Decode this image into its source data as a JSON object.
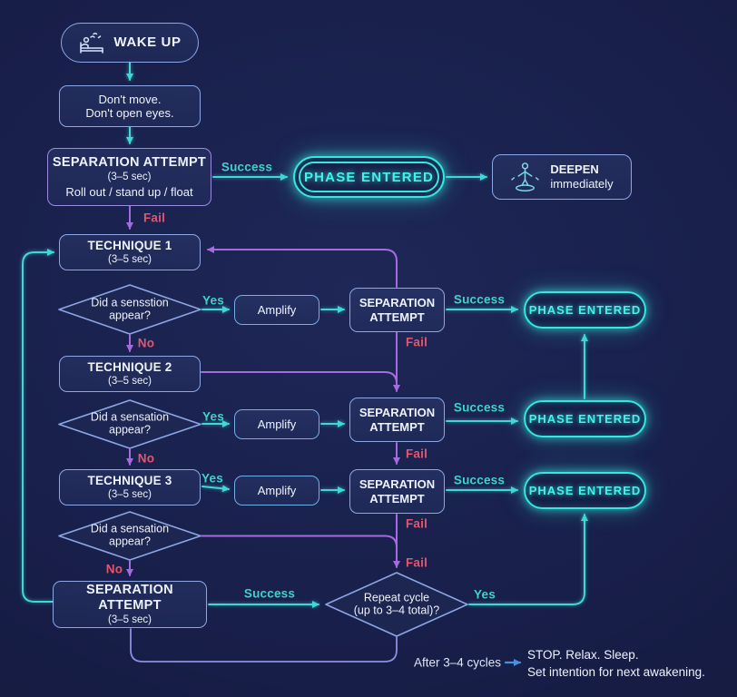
{
  "flowchart": {
    "nodes": {
      "wake_up": {
        "label": "WAKE UP",
        "icon": "bed-wake-icon"
      },
      "dont_move": {
        "line1": "Don't move.",
        "line2": "Don't open eyes."
      },
      "separation_main": {
        "title": "SEPARATION ATTEMPT",
        "duration": "(3–5 sec)",
        "methods": "Roll out / stand up / float"
      },
      "phase_entered": {
        "label": "PHASE ENTERED"
      },
      "deepen": {
        "line1": "DEEPEN",
        "line2": "immediately",
        "icon": "levitating-person-icon"
      },
      "technique_1": {
        "title": "TECHNIQUE 1",
        "duration": "(3–5 sec)"
      },
      "technique_2": {
        "title": "TECHNIQUE 2",
        "duration": "(3–5 sec)"
      },
      "technique_3": {
        "title": "TECHNIQUE 3",
        "duration": "(3–5 sec)"
      },
      "sensation_q1": {
        "line1": "Did a sensstion",
        "line2": "appear?"
      },
      "sensation_q2": {
        "line1": "Did a sensation",
        "line2": "appear?"
      },
      "sensation_q3": {
        "line1": "Did a sensation",
        "line2": "appear?"
      },
      "amplify": {
        "label": "Amplify"
      },
      "separation_attempt": {
        "line1": "SEPARATION",
        "line2": "ATTEMPT"
      },
      "separation_final": {
        "title": "SEPARATION ATTEMPT",
        "duration": "(3–5 sec)"
      },
      "repeat_cycle": {
        "line1": "Repeat cycle",
        "line2": "(up to 3–4 total)?"
      }
    },
    "labels": {
      "success": "Success",
      "fail": "Fail",
      "yes": "Yes",
      "no": "No",
      "after_cycles": "After 3–4 cycles",
      "stop_line1": "STOP. Relax. Sleep.",
      "stop_line2": "Set intention for next awakening."
    },
    "colors": {
      "background": "#181f4a",
      "box_border": "#8ca6e6",
      "cyan_accent": "#3fd8d4",
      "phase_glow": "#35e8df",
      "purple_accent": "#a66ae0",
      "fail_red": "#e4566f",
      "text_white": "#eef2ff",
      "blue_arrow": "#4a8fe0"
    }
  }
}
